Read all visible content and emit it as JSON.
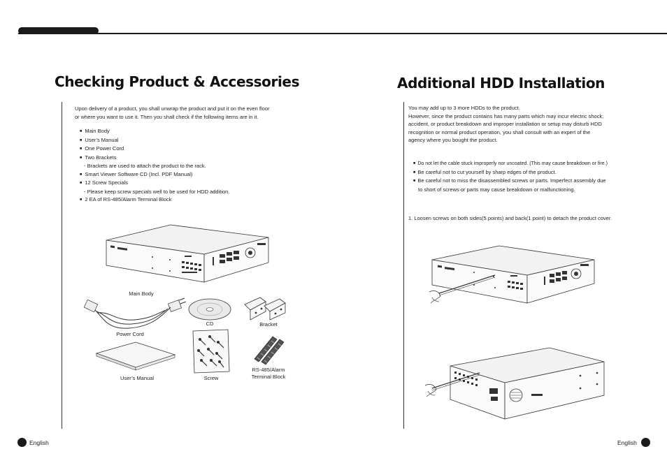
{
  "left": {
    "title": "Checking Product & Accessories",
    "intro": [
      "Upon delivery of a product, you shall unwrap the product and put it on the even floor",
      "or where you want to use it. Then you shall check if the following items are in it."
    ],
    "items": [
      {
        "text": "Main Body",
        "sub": false
      },
      {
        "text": "User’s Manual",
        "sub": false
      },
      {
        "text": "One Power Cord",
        "sub": false
      },
      {
        "text": "Two Brackets",
        "sub": false
      },
      {
        "text": "- Brackets are used to attach the product to the rack.",
        "sub": true
      },
      {
        "text": "Smart Viewer Software CD (Incl. PDF Manual)",
        "sub": false
      },
      {
        "text": "12 Screw Specials",
        "sub": false
      },
      {
        "text": "- Please keep screw specials well to be used for HDD addition.",
        "sub": true
      },
      {
        "text": "2 EA of RS-485/Alarm Terminal Block",
        "sub": false
      }
    ],
    "captions": {
      "main_body": "Main Body",
      "cd": "CD",
      "bracket": "Bracket",
      "power_cord": "Power Cord",
      "users_manual": "User’s Manual",
      "screw": "Screw",
      "rs485_line1": "RS-485/Alarm",
      "rs485_line2": "Terminal Block"
    },
    "footer": "English"
  },
  "right": {
    "title": "Additional HDD Installation",
    "intro": [
      "You may add up to 3 more HDDs to the product.",
      "However, since the product contains has many parts which may incur electric shock,",
      "accident, or product breakdown and improper installation or setup may disturb HDD",
      "recognition or normal product operation, you shall consult with an expert of the",
      "agency where you bought the product."
    ],
    "notes": [
      [
        "Do not let the cable stuck improperly nor uncoated. (This may cause breakdown or fire.)"
      ],
      [
        "Be careful not to cut yourself by sharp edges of the product."
      ],
      [
        "Be careful not to miss the disassembled screws or parts. Imperfect assembly due",
        "to short of screws or parts may cause breakdown or malfunctioning."
      ]
    ],
    "step": "1. Loosen screws on both sides(5 points) and back(1 point) to detach the product cover.",
    "footer": "English"
  }
}
